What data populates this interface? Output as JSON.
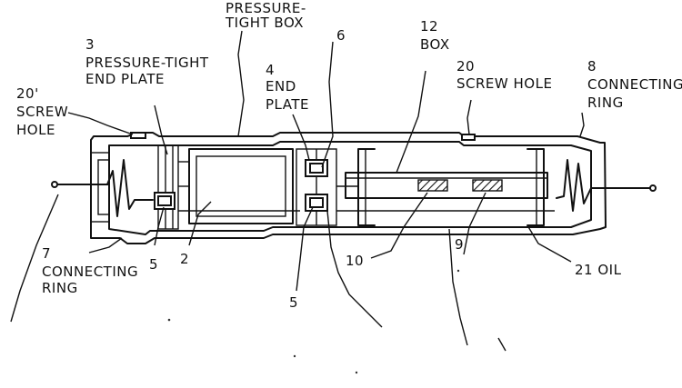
{
  "labels": {
    "pressure_tight_box_line1": "PRESSURE-",
    "pressure_tight_box_line2": "TIGHT BOX",
    "ref_3": "3",
    "pressure_tight_end_plate_line1": "PRESSURE-TIGHT",
    "pressure_tight_end_plate_line2": "END PLATE",
    "ref_6": "6",
    "ref_12": "12",
    "box": "BOX",
    "ref_4": "4",
    "end_plate_line1": "END",
    "end_plate_line2": "PLATE",
    "ref_20": "20",
    "screw_hole_right": "SCREW HOLE",
    "ref_8": "8",
    "connecting_ring_right_line1": "CONNECTING",
    "connecting_ring_right_line2": "RING",
    "ref_20_prime": "20'",
    "screw_hole_left_line1": "SCREW",
    "screw_hole_left_line2": "HOLE",
    "ref_5_left": "5",
    "ref_2": "2",
    "ref_10": "10",
    "ref_9": "9",
    "oil": "21 OIL",
    "ref_7": "7",
    "connecting_ring_left_line1": "CONNECTING",
    "connecting_ring_left_line2": "RING",
    "ref_5_bottom": "5"
  }
}
